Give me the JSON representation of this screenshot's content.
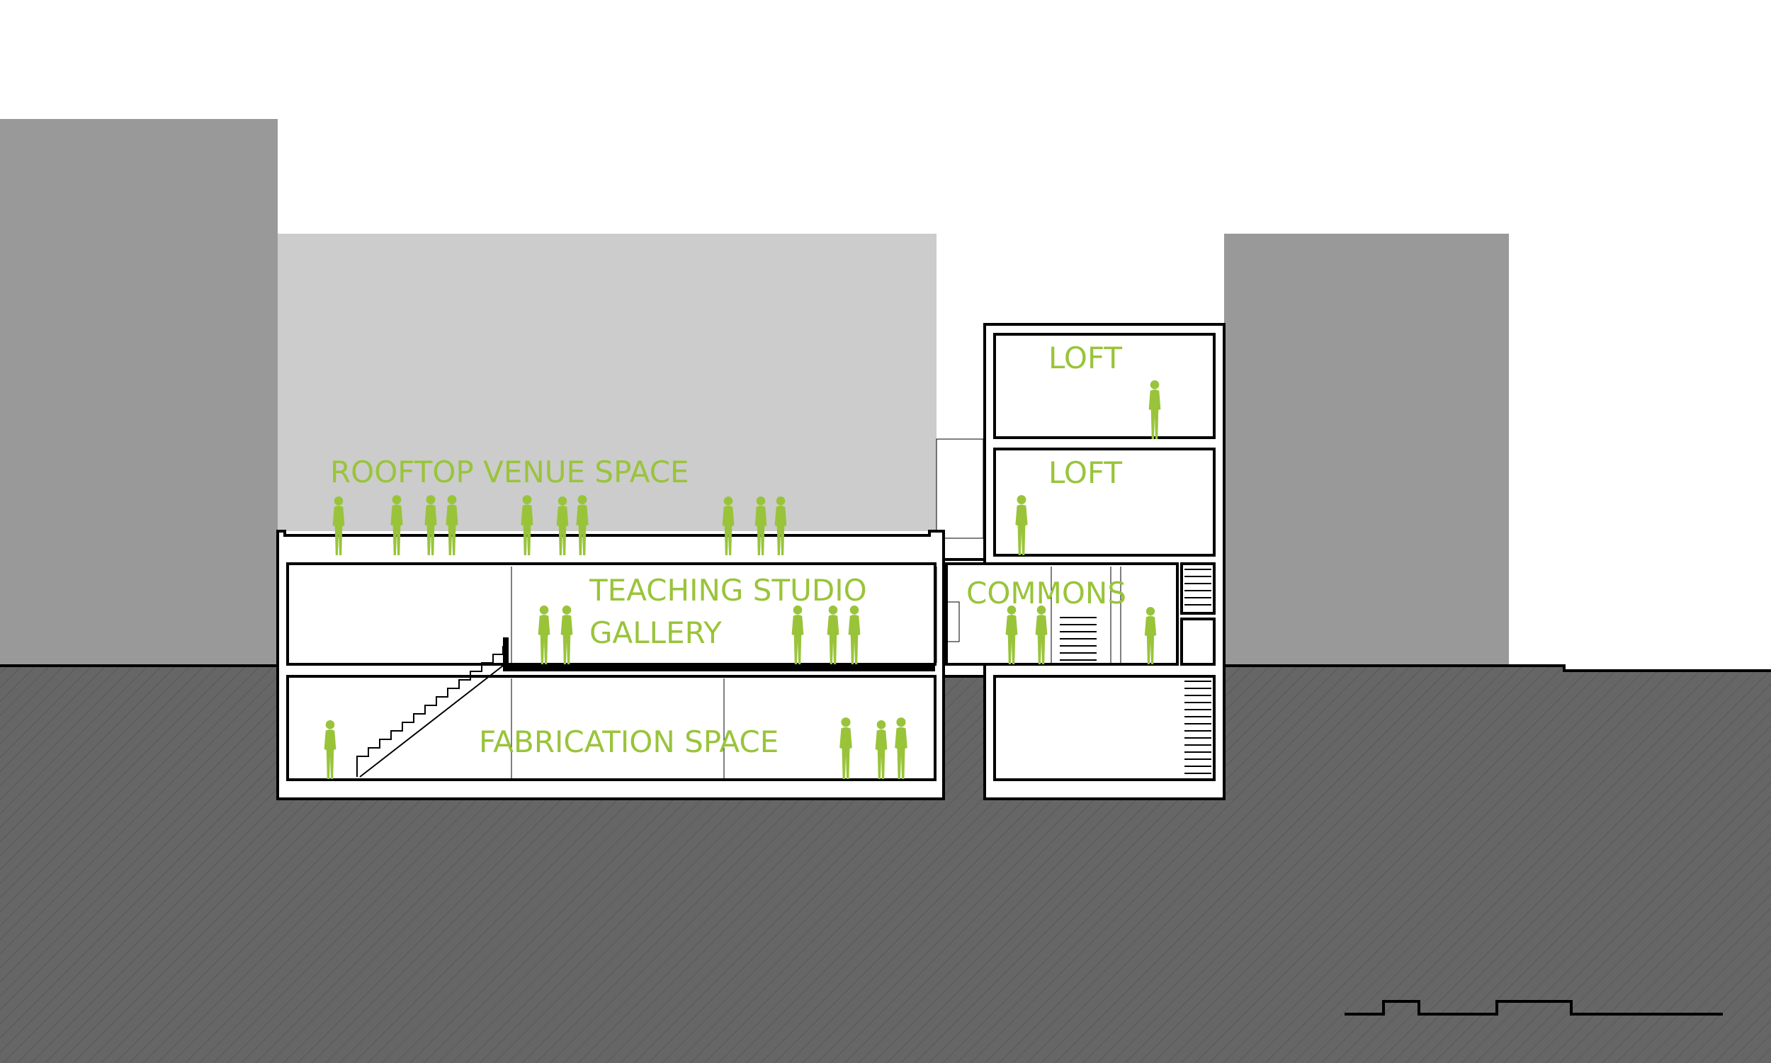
{
  "colors": {
    "background": "#ffffff",
    "neighbor_dark": "#999999",
    "neighbor_light": "#cccccc",
    "ground": "#666666",
    "ground_hatch": "#5a5a5a",
    "wall": "#000000",
    "people": "#99c43a",
    "label": "#99c43a"
  },
  "labels": {
    "rooftop": "ROOFTOP VENUE SPACE",
    "loft_upper": "LOFT",
    "loft_lower": "LOFT",
    "teaching_studio": "TEACHING STUDIO",
    "gallery": "GALLERY",
    "commons": "COMMONS",
    "fabrication": "FABRICATION SPACE"
  },
  "icons": {
    "person": "person-silhouette-icon",
    "stair": "stair-icon",
    "scale_bar": "scale-bar-icon"
  }
}
